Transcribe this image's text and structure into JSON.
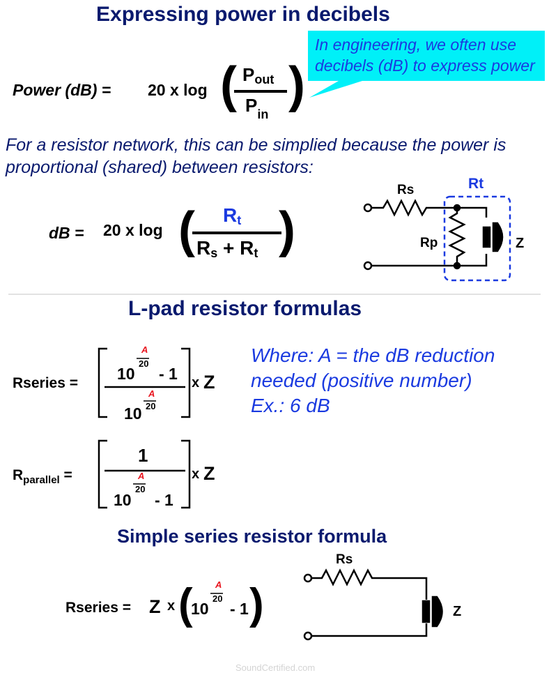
{
  "headings": {
    "main": "Expressing power in decibels",
    "lpad": "L-pad resistor formulas",
    "simple": "Simple series resistor formula"
  },
  "callout": "In engineering, we often use decibels (dB) to express power",
  "formula1": {
    "lhs": "Power (dB) =",
    "coef": "20 x log",
    "num_base": "P",
    "num_sub": "out",
    "den_base": "P",
    "den_sub": "in"
  },
  "note": "For a resistor network, this can be simplied because the power is proportional (shared) between resistors:",
  "formula2": {
    "lhs": "dB =",
    "coef": "20 x log",
    "num_base": "R",
    "num_sub": "t",
    "den_a": "R",
    "den_a_sub": "s",
    "plus": "+",
    "den_b": "R",
    "den_b_sub": "t"
  },
  "circuit1": {
    "rs": "Rs",
    "rt": "Rt",
    "rp": "Rp",
    "z": "Z"
  },
  "where": {
    "line1": "Where: A = the dB reduction",
    "line2": "needed (positive number)",
    "line3": "Ex.: 6 dB"
  },
  "rseries": {
    "lhs": "Rseries =",
    "ten": "10",
    "exp_num": "A",
    "exp_den": "20",
    "minus_one": "- 1",
    "times": "x",
    "z": "Z"
  },
  "rparallel": {
    "lhs_base": "R",
    "lhs_sub": "parallel",
    "eq": "=",
    "one": "1",
    "ten": "10",
    "exp_num": "A",
    "exp_den": "20",
    "minus_one": "- 1",
    "times": "x",
    "z": "Z"
  },
  "simple": {
    "lhs": "Rseries =",
    "z": "Z",
    "times": "x",
    "ten": "10",
    "exp_num": "A",
    "exp_den": "20",
    "minus_one": "- 1"
  },
  "circuit2": {
    "rs": "Rs",
    "z": "Z"
  },
  "watermark": "SoundCertified.com",
  "colors": {
    "heading": "#0a1a6e",
    "accent_blue": "#1a3ae0",
    "callout_bg": "#00f0f8",
    "exponent_red": "#e8141e"
  }
}
